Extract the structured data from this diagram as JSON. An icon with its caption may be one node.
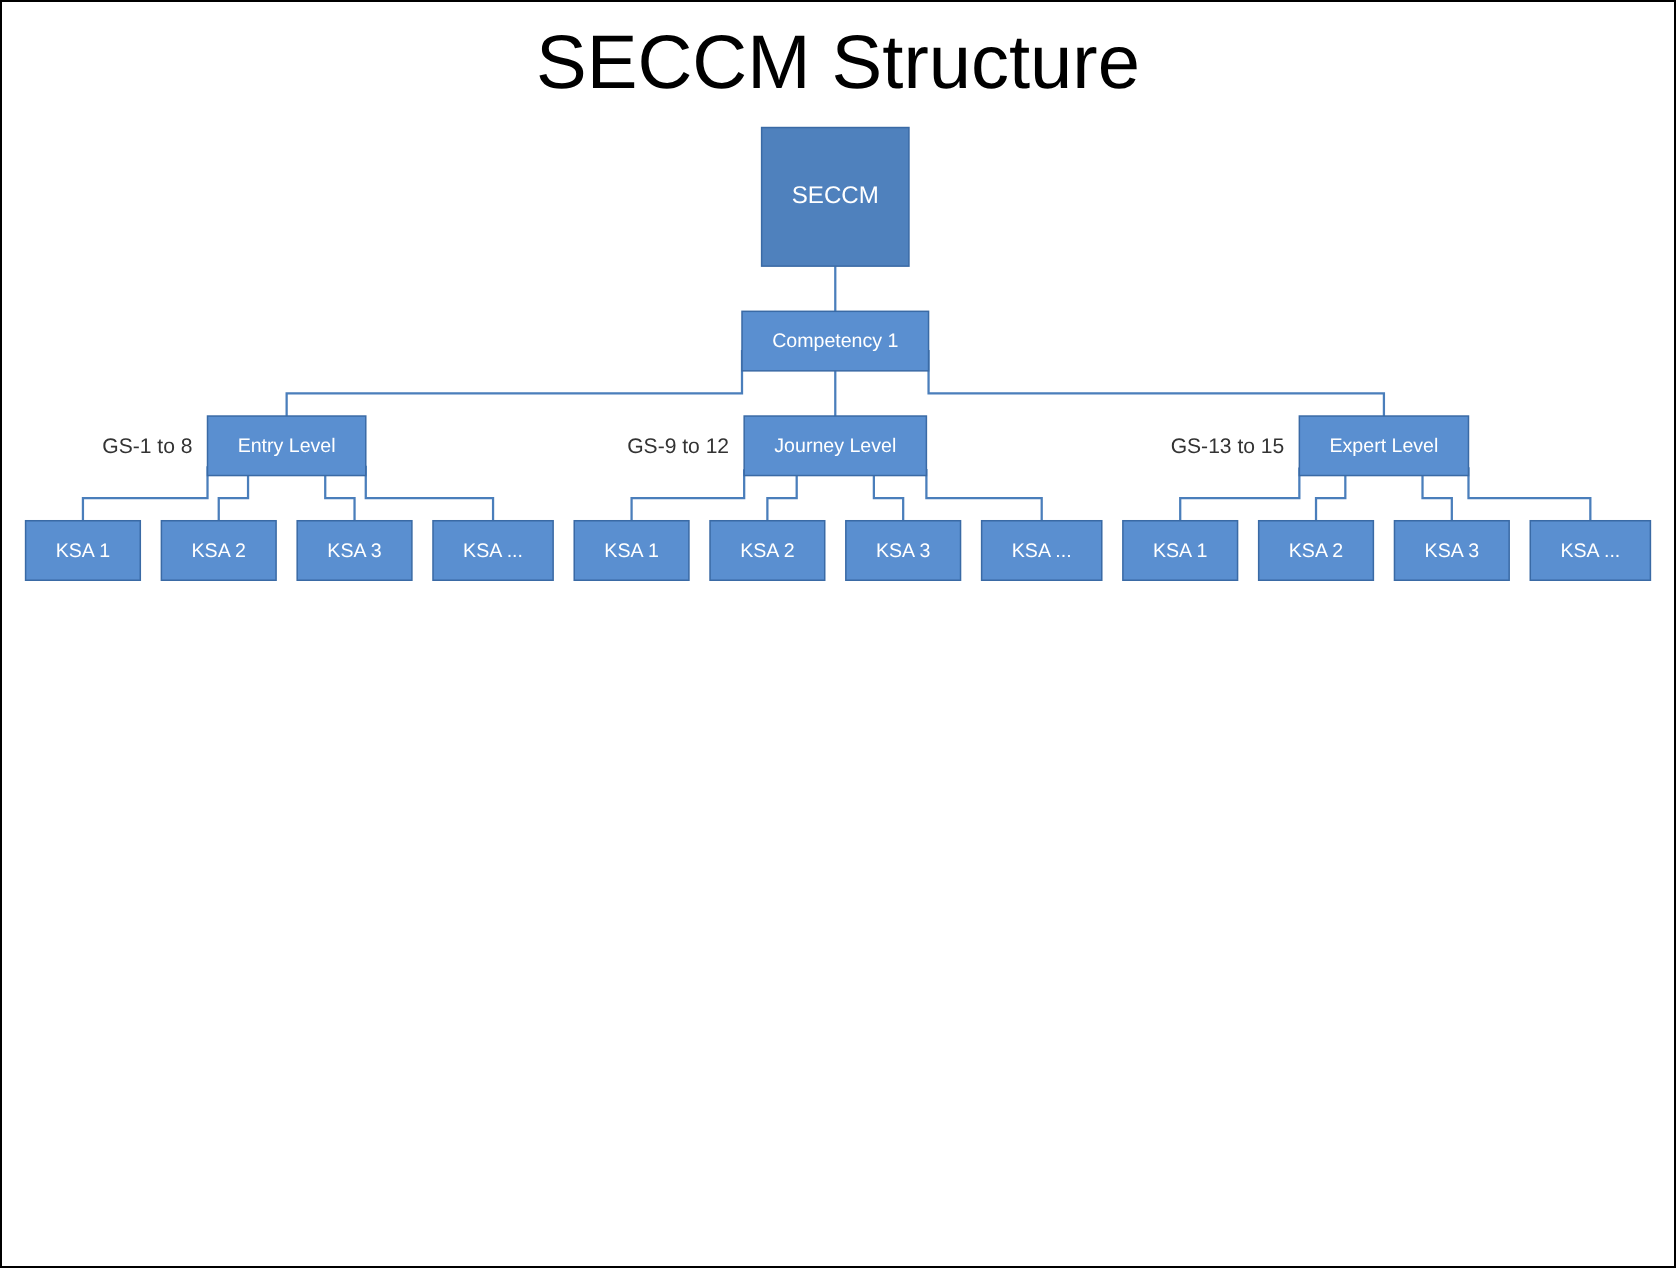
{
  "diagram": {
    "title": "SECCM Structure",
    "nodes": [
      {
        "text": [
          "SECCM"
        ]
      },
      {
        "text": [
          "Competency 1"
        ]
      },
      {
        "text": [
          "Entry Level"
        ],
        "beside": [
          "GS-1 to 8"
        ]
      },
      {
        "text": [
          "Journey Level"
        ],
        "beside": [
          "GS-9 to 12"
        ]
      },
      {
        "text": [
          "Expert Level"
        ],
        "beside": [
          "GS-13 to 15"
        ]
      },
      {
        "text": [
          "KSA 1"
        ]
      },
      {
        "text": [
          "KSA 2"
        ]
      },
      {
        "text": [
          "KSA 3"
        ]
      },
      {
        "text": [
          "KSA ..."
        ]
      },
      {
        "text": [
          "KSA 1"
        ]
      },
      {
        "text": [
          "KSA 2"
        ]
      },
      {
        "text": [
          "KSA 3"
        ]
      },
      {
        "text": [
          "KSA ..."
        ]
      },
      {
        "text": [
          "KSA 1"
        ]
      },
      {
        "text": [
          "KSA 2"
        ]
      },
      {
        "text": [
          "KSA 3"
        ]
      },
      {
        "text": [
          "KSA ..."
        ]
      }
    ],
    "edges": [
      {
        "from": 0,
        "to": 1,
        "arrow": "none"
      },
      {
        "from": 1,
        "to": 2,
        "arrow": "none"
      },
      {
        "from": 1,
        "to": 3,
        "arrow": "none"
      },
      {
        "from": 1,
        "to": 4,
        "arrow": "none"
      },
      {
        "from": 2,
        "to": 5,
        "arrow": "none"
      },
      {
        "from": 2,
        "to": 6,
        "arrow": "none"
      },
      {
        "from": 2,
        "to": 7,
        "arrow": "none"
      },
      {
        "from": 2,
        "to": 8,
        "arrow": "none"
      },
      {
        "from": 3,
        "to": 9,
        "arrow": "none"
      },
      {
        "from": 3,
        "to": 10,
        "arrow": "none"
      },
      {
        "from": 3,
        "to": 11,
        "arrow": "none"
      },
      {
        "from": 3,
        "to": 12,
        "arrow": "none"
      },
      {
        "from": 4,
        "to": 13,
        "arrow": "none"
      },
      {
        "from": 4,
        "to": 14,
        "arrow": "none"
      },
      {
        "from": 4,
        "to": 15,
        "arrow": "none"
      },
      {
        "from": 4,
        "to": 16,
        "arrow": "none"
      }
    ]
  }
}
